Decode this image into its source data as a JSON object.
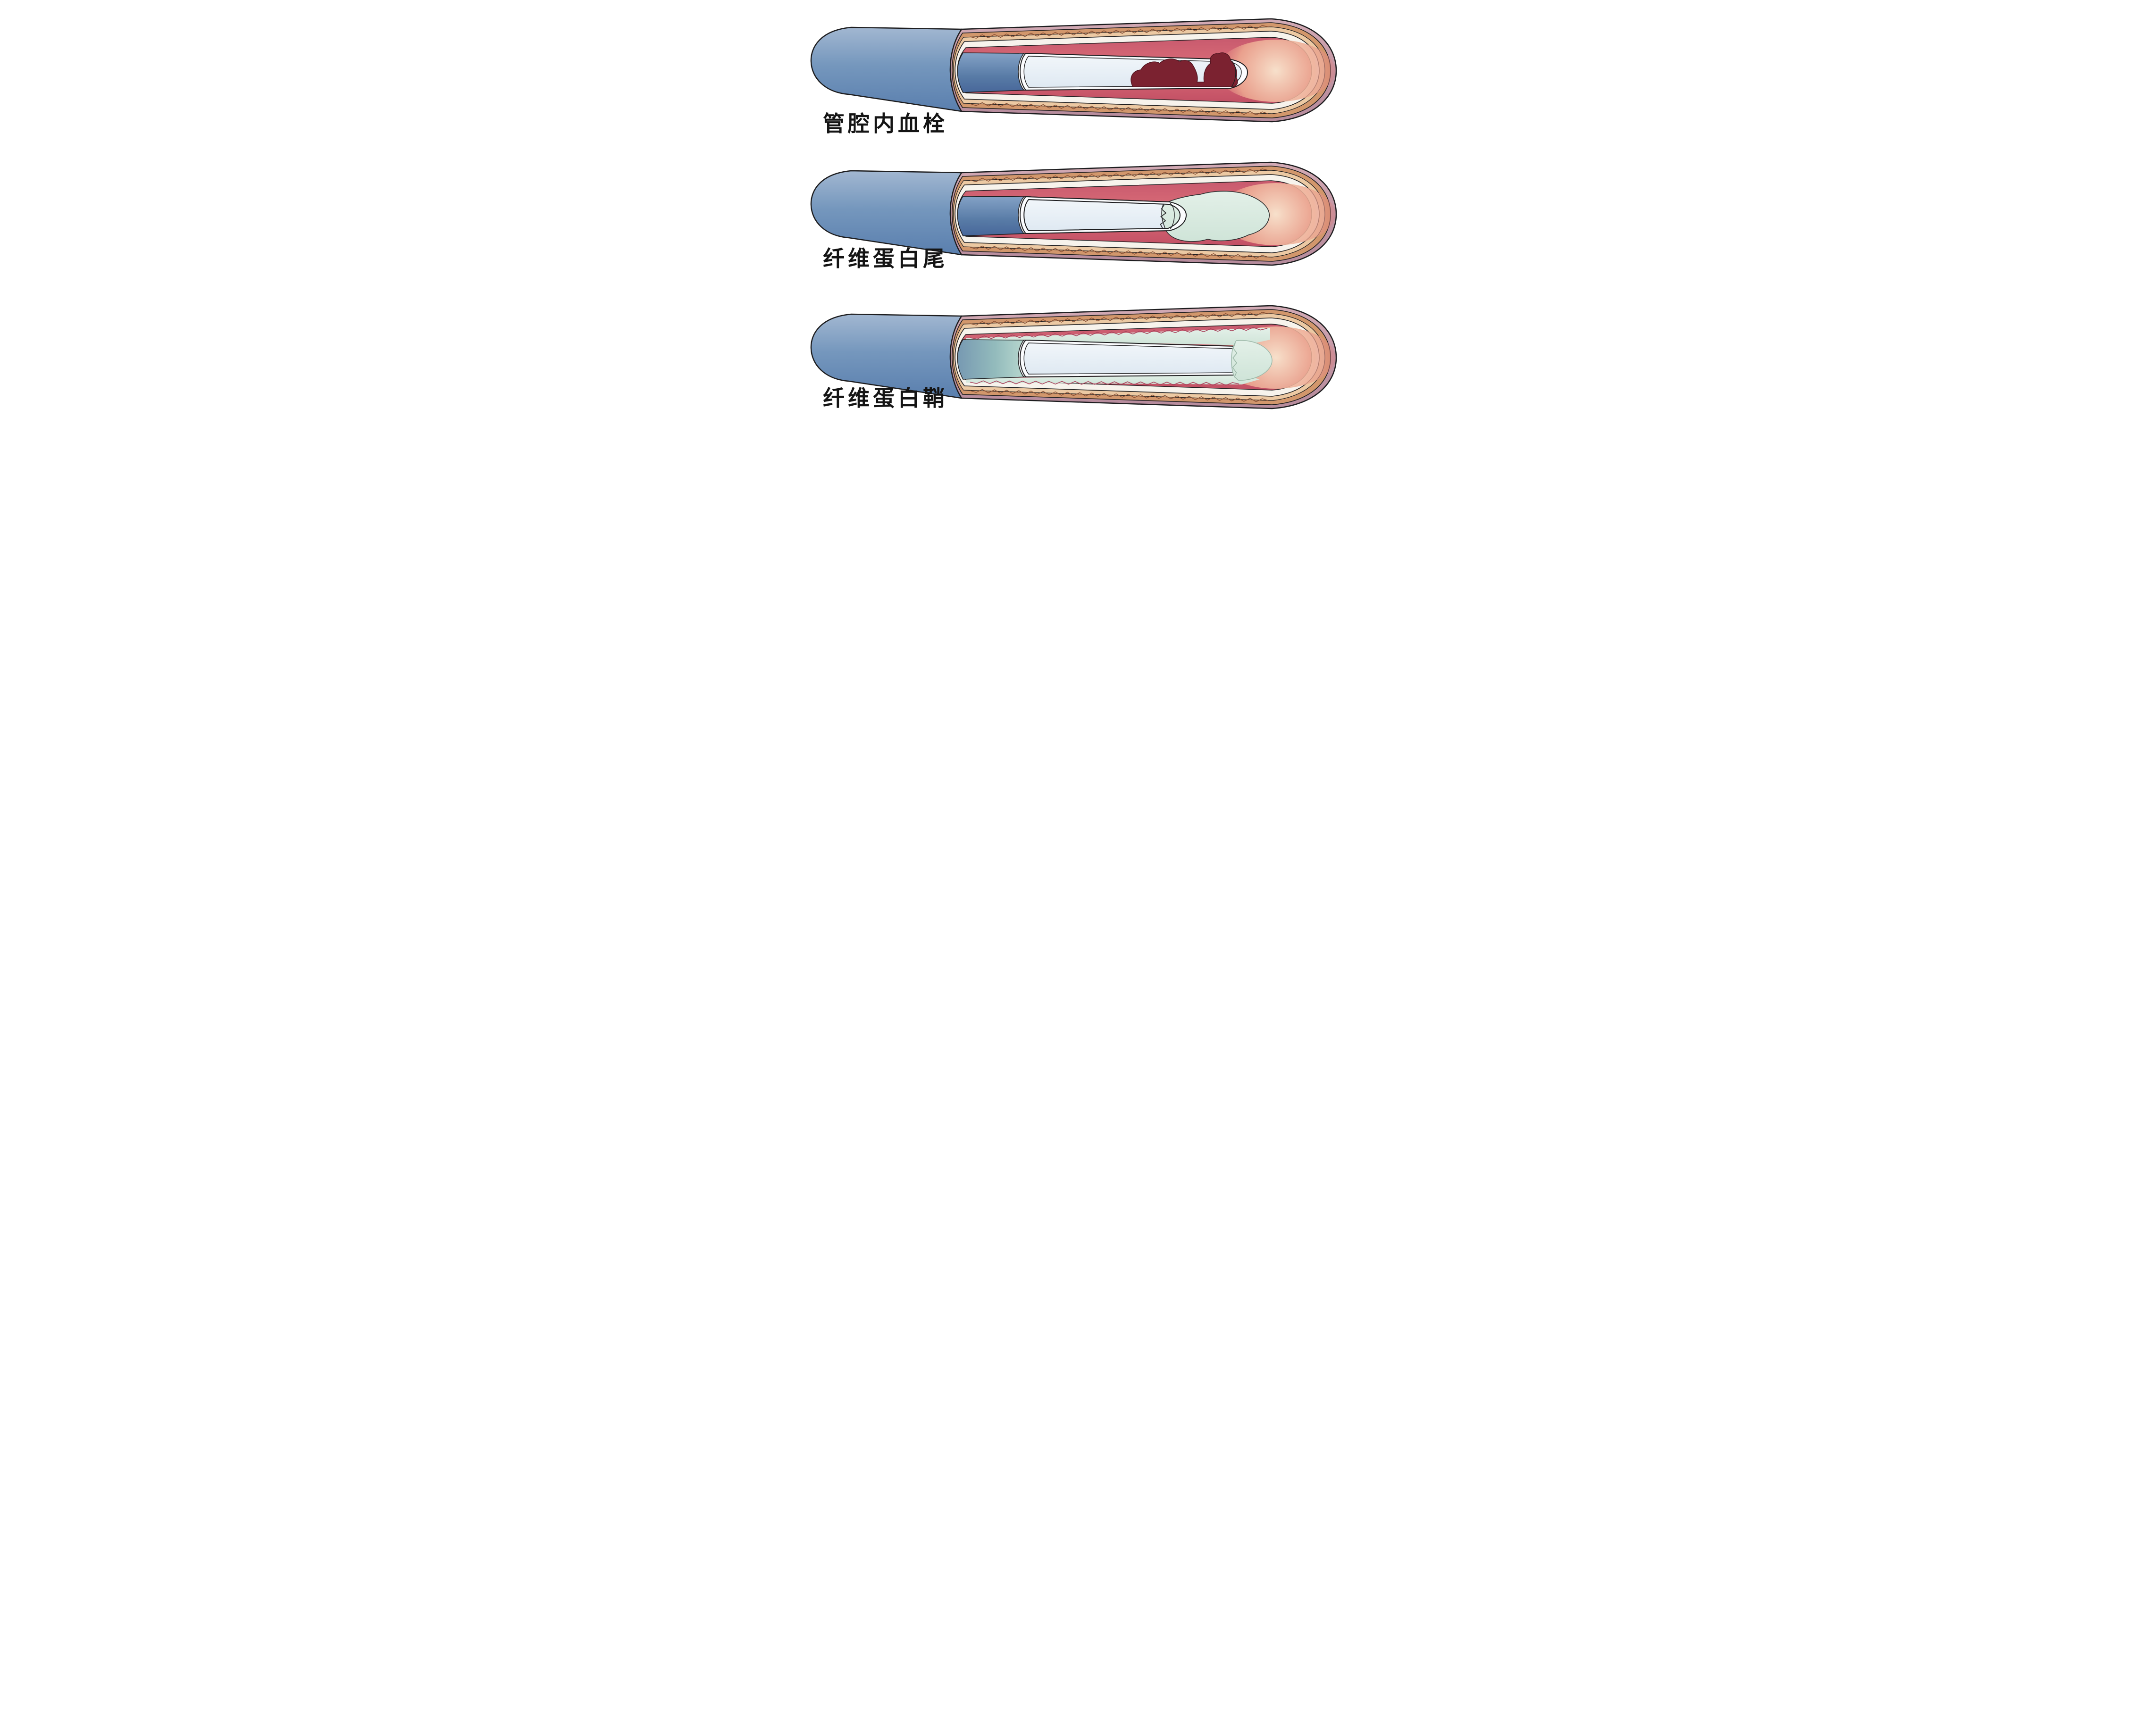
{
  "figure": {
    "title": "",
    "panels": [
      {
        "id": "panel-1",
        "label": "管腔内血栓",
        "feature": "intraluminal-thrombus"
      },
      {
        "id": "panel-2",
        "label": "纤维蛋白尾",
        "feature": "fibrin-tail"
      },
      {
        "id": "panel-3",
        "label": "纤维蛋白鞘",
        "feature": "fibrin-sheath"
      }
    ],
    "colors": {
      "background": "#ffffff",
      "outline": "#1d1d1f",
      "catheter_blue": "#6e93bb",
      "catheter_blue_dark": "#4a6c9e",
      "catheter_lumen": "#e9f1f8",
      "catheter_wall": "#fbfcfe",
      "vessel_outer_mauve": "#c49aa8",
      "vessel_media_tan": "#d2976c",
      "vessel_media_inner": "#ecc9a3",
      "vessel_intima": "#f7f3ec",
      "blood_lumen_red": "#d05a6c",
      "blood_lumen_light": "#f6dcc6",
      "thrombus_dark_red": "#7b2230",
      "fibrin_pale_green": "#d8e9df",
      "sheath_teal": "#8fb4b8",
      "label_text": "#141414"
    }
  }
}
